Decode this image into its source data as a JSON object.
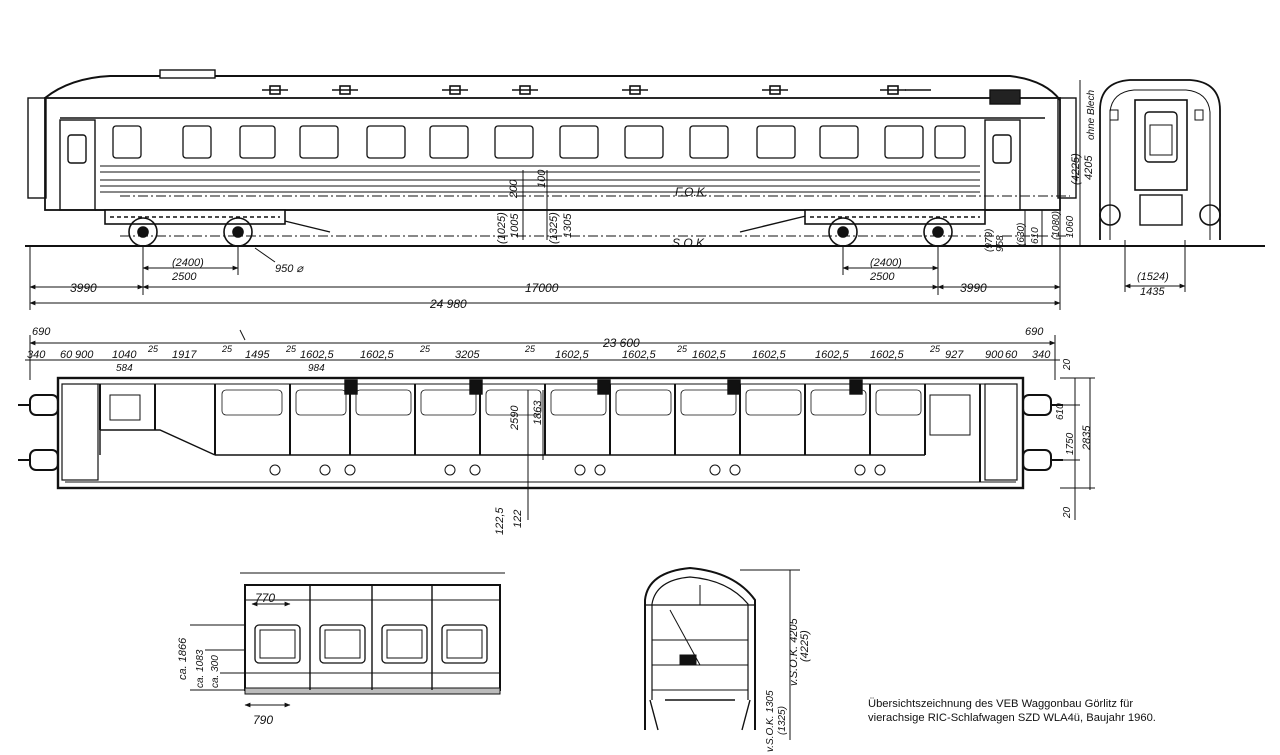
{
  "side_view": {
    "label_fok": "F.O.K.",
    "label_sok": "S.O.K.",
    "dim_3990_left": "3990",
    "dim_17000": "17000",
    "dim_3990_right": "3990",
    "dim_24980": "24 980",
    "dim_2400_left": "(2400)",
    "dim_2500_left": "2500",
    "dim_2400_right": "(2400)",
    "dim_2500_right": "2500",
    "dim_950": "950 ⌀",
    "dim_200": "200",
    "dim_100": "100",
    "dim_1025": "(1025)",
    "dim_1005": "1005",
    "dim_1325": "(1325)",
    "dim_1305": "1305",
    "dim_1080": "(1080)",
    "dim_1060": "1060",
    "dim_630": "(630)",
    "dim_610": "610",
    "dim_979": "(979)",
    "dim_958": "958"
  },
  "end_view": {
    "dim_4225": "(4225)",
    "dim_4205": "4205",
    "note_ohne_blech": "ohne Blech",
    "dim_1524": "(1524)",
    "dim_1435": "1435"
  },
  "plan_view": {
    "dim_23600": "23 600",
    "dim_690_left": "690",
    "dim_690_right": "690",
    "top_dims": [
      "340",
      "60",
      "900",
      "1040",
      "25",
      "1917",
      "25",
      "1495",
      "25",
      "1602,5",
      "1602,5",
      "25",
      "3205",
      "25",
      "1602,5",
      "1602,5",
      "25",
      "1602,5",
      "1602,5",
      "1602,5",
      "1602,5",
      "25",
      "927",
      "900",
      "60",
      "340"
    ],
    "dim_584": "584",
    "dim_984": "984",
    "dim_2590": "2590",
    "dim_1863": "1863",
    "dim_1225": "122,5",
    "dim_122": "122",
    "dim_20_top": "20",
    "dim_610": "610",
    "dim_1750": "1750",
    "dim_2835": "2835",
    "dim_20_bottom": "20"
  },
  "section_view": {
    "dim_770": "770",
    "dim_790": "790",
    "dim_1866": "ca. 1866",
    "dim_1083": "ca. 1083",
    "dim_300": "ca. 300"
  },
  "cross_section": {
    "dim_v4205": "v.S.O.K. 4205",
    "dim_v4225": "(4225)",
    "dim_v1305": "v.S.O.K. 1305",
    "dim_v1325": "(1325)"
  },
  "caption": {
    "line1": "Übersichtszeichnung des VEB Waggonbau Görlitz für",
    "line2": "vierachsige RIC-Schlafwagen SZD WLA4ü, Baujahr 1960."
  }
}
